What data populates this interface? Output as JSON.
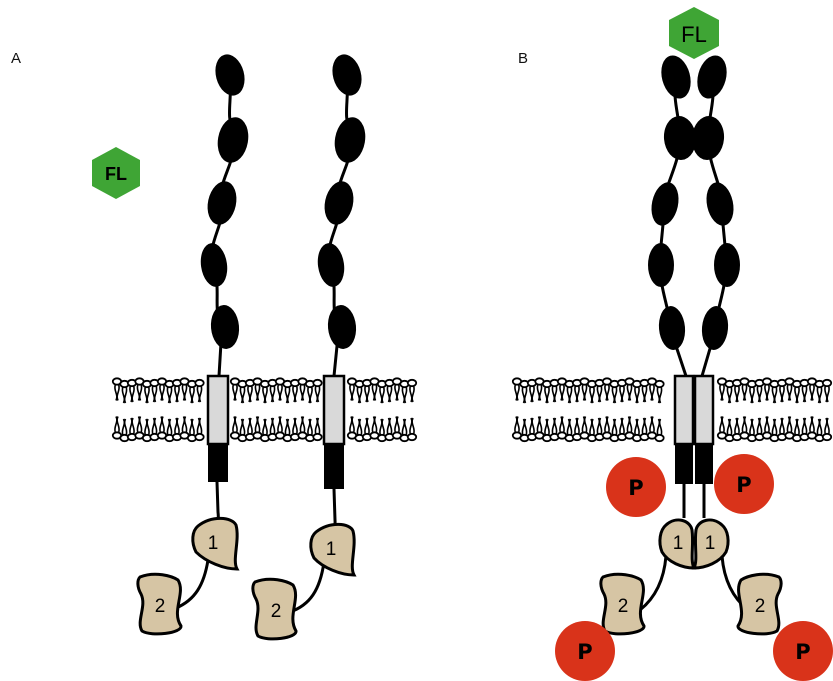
{
  "panels": {
    "a": {
      "label": "A"
    },
    "b": {
      "label": "B"
    }
  },
  "ligand": {
    "label": "FL"
  },
  "intracellular_domains": {
    "first": "1",
    "second": "2"
  },
  "phosphate": {
    "label": "P"
  },
  "colors": {
    "ligand": "#3fa535",
    "phosphate": "#d9331a",
    "kinase_domain": "#d6c5a4",
    "ig_domain": "#000000",
    "tm_segment": "#d9d9d9",
    "jm_segment": "#000000",
    "outline": "#000000"
  }
}
